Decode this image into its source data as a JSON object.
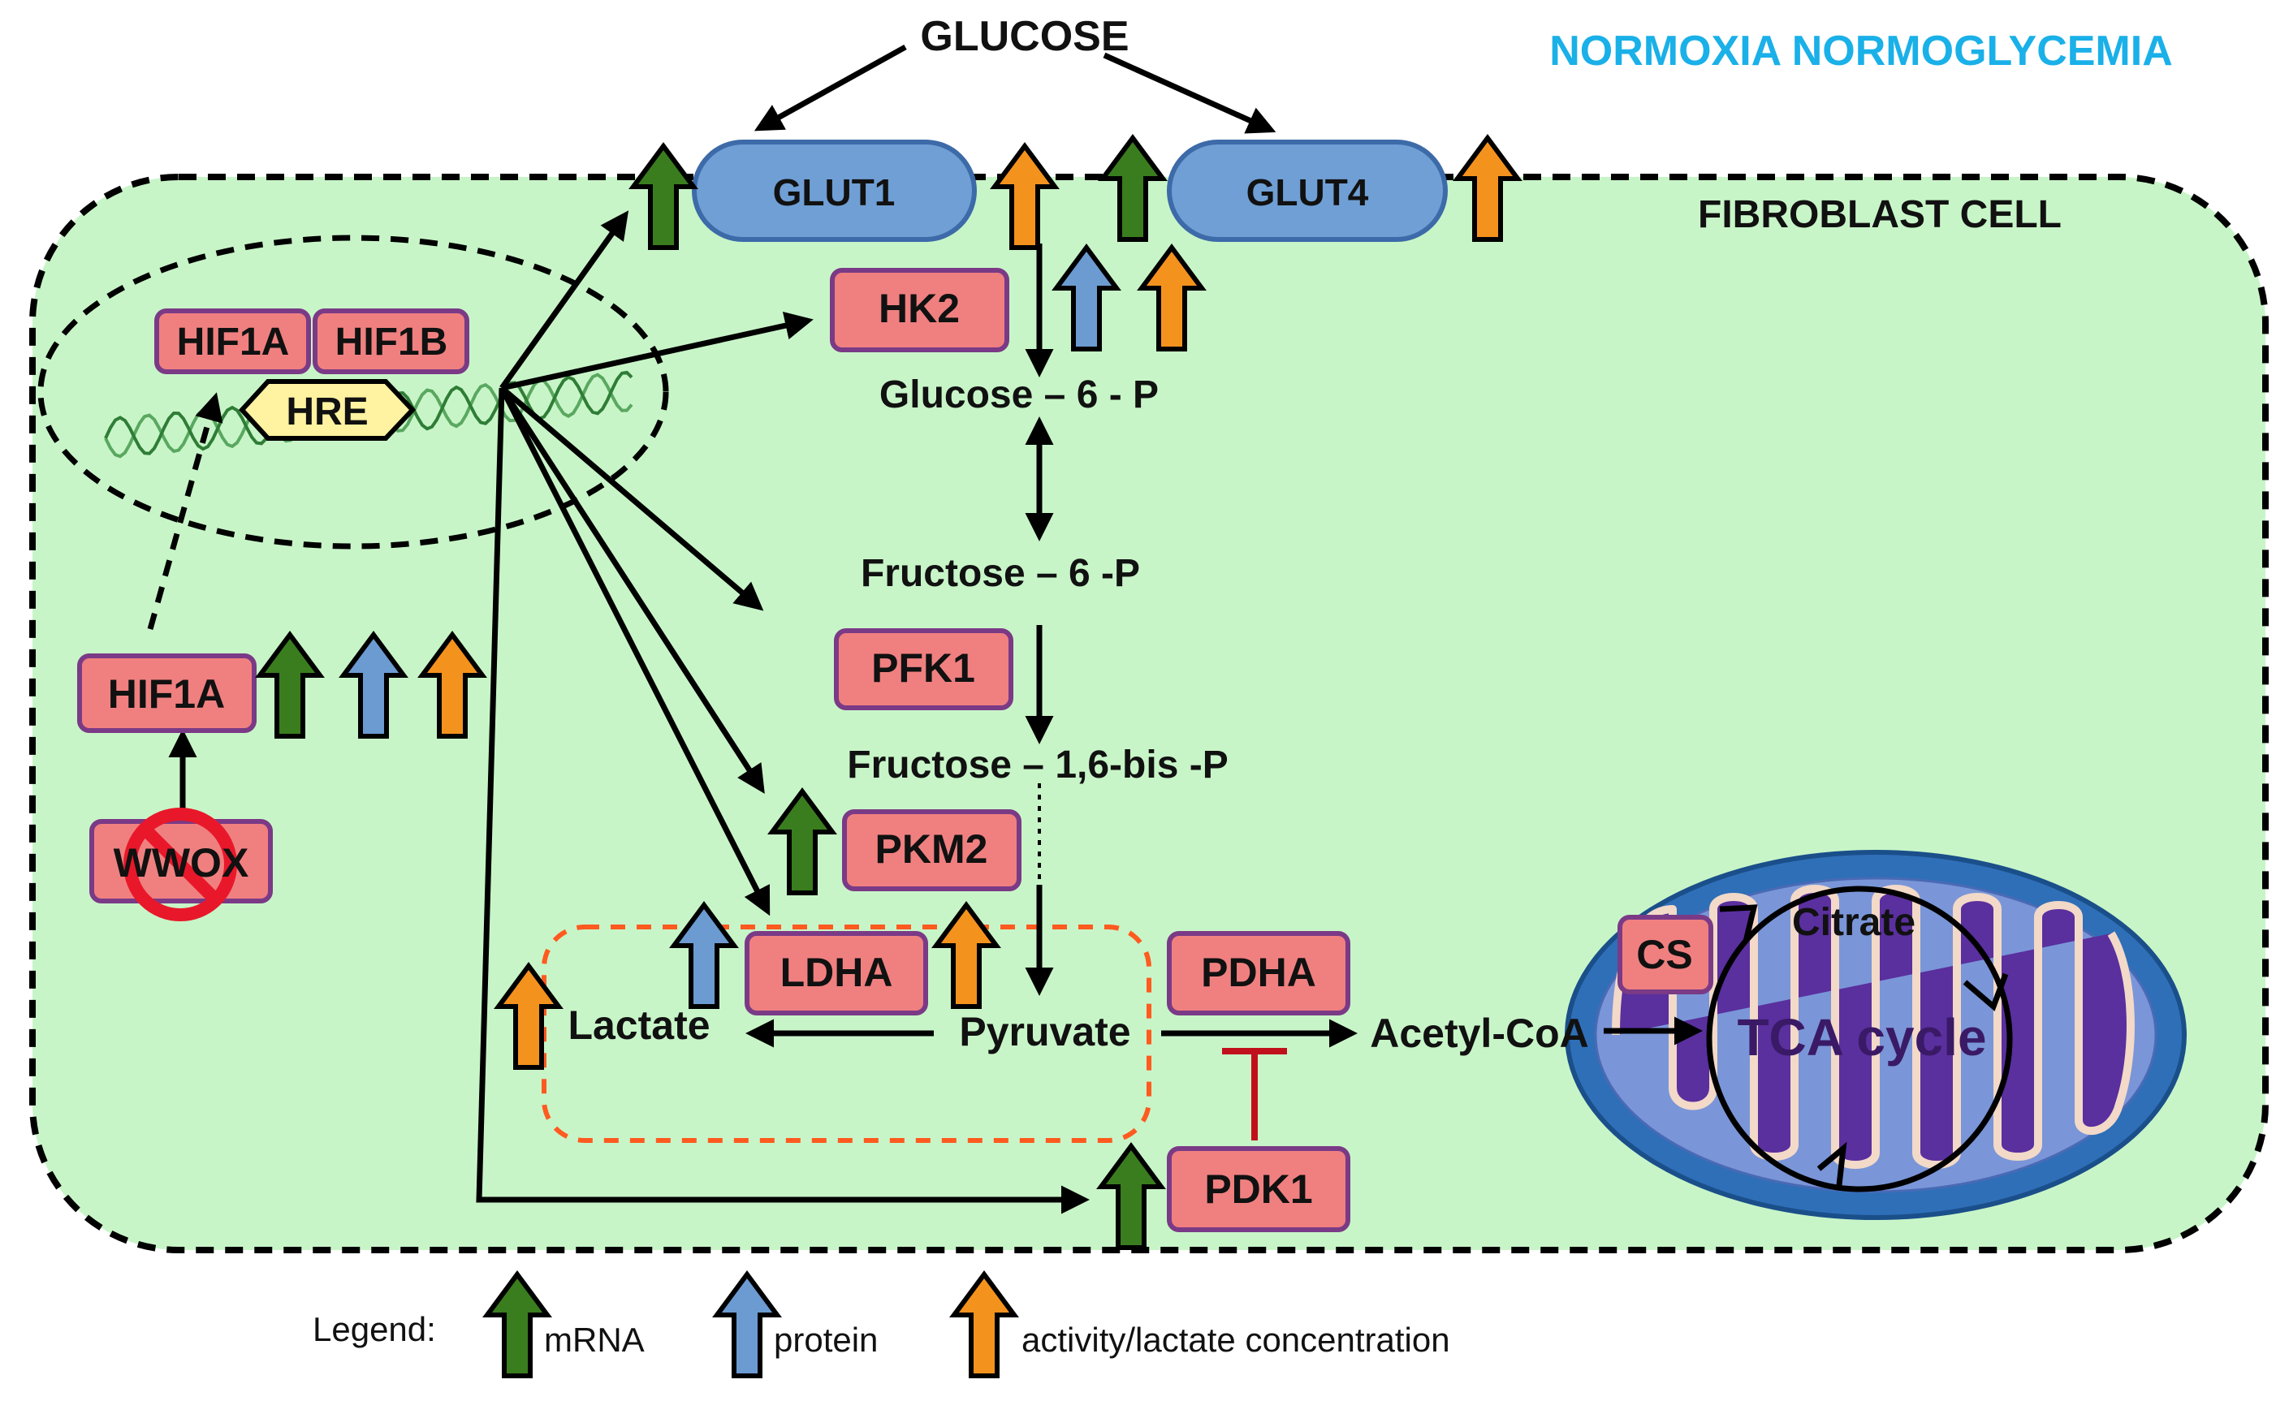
{
  "title": "NORMOXIA NORMOGLYCEMIA",
  "cell_label": "FIBROBLAST CELL",
  "glucose": "GLUCOSE",
  "transporters": {
    "glut1": "GLUT1",
    "glut4": "GLUT4"
  },
  "nucleus": {
    "hif1a": "HIF1A",
    "hif1b": "HIF1B",
    "hre": "HRE"
  },
  "left": {
    "hif1a": "HIF1A",
    "wwox": "WWOX"
  },
  "enzymes": {
    "hk2": "HK2",
    "pfk1": "PFK1",
    "pkm2": "PKM2",
    "ldha": "LDHA",
    "pdha": "PDHA",
    "pdk1": "PDK1",
    "cs": "CS"
  },
  "metabolites": {
    "g6p": "Glucose – 6 - P",
    "f6p": "Fructose – 6 -P",
    "f16bp": "Fructose – 1,6-bis -P",
    "pyruvate": "Pyruvate",
    "lactate": "Lactate",
    "acetyl_coa": "Acetyl-CoA",
    "citrate": "Citrate",
    "tca": "TCA cycle"
  },
  "legend": {
    "title": "Legend:",
    "mrna": "mRNA",
    "protein": "protein",
    "activity": "activity/lactate concentration"
  },
  "colors": {
    "cell_fill": "#c8f5c8",
    "enzyme_fill": "#f08080",
    "enzyme_border": "#7a3a86",
    "glut_fill": "#6f9fd4",
    "glut_border": "#3d6aa8",
    "title": "#1ab0e8",
    "mrna": "#3a7d1e",
    "protein": "#6c9bd2",
    "activity": "#f4921e",
    "inhibit": "#c0101c",
    "ldha_box": "#ff5a1f",
    "mito_outer": "#2e6db5",
    "mito_inner": "#6b3fb3",
    "hre_fill": "#fff2a0"
  }
}
